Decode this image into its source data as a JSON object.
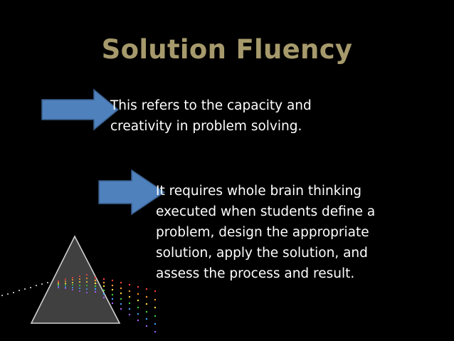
{
  "slide": {
    "title": "Solution Fluency",
    "points": [
      {
        "lines": [
          "This refers to the capacity and",
          "creativity in problem solving."
        ]
      },
      {
        "lines": [
          "It requires whole brain thinking",
          "executed when students define a",
          "problem, design the appropriate",
          "solution, apply the solution, and",
          "assess the process and result."
        ]
      }
    ]
  },
  "colors": {
    "background": "#000000",
    "title": "#a69a6c",
    "text": "#ffffff",
    "arrow_fill": "#4f81bd",
    "arrow_stroke": "#385d8a",
    "prism_fill": "#404040",
    "prism_stroke": "#cfcfcf"
  },
  "icons": {
    "bullet": "right-arrow-icon",
    "decoration": "prism-icon"
  }
}
